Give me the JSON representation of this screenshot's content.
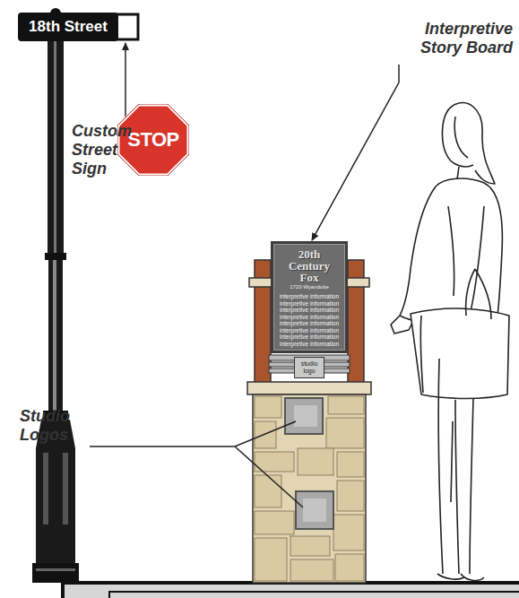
{
  "diagram": {
    "nodes": [
      {
        "text": [
          "18th Street"
        ]
      },
      {
        "text": [
          "STOP"
        ]
      },
      {
        "text": [
          "20th Century Fox",
          "1720 Wyandotte",
          "interpretive information",
          "interpretive information",
          "interpretive information",
          "interpretive information",
          "interpretive information",
          "interpretive information",
          "interpretive information",
          "interpretive information"
        ]
      },
      {
        "text": [
          "studio logo"
        ]
      }
    ],
    "labels": [
      "Custom Street Sign",
      "Interpretive Story Board",
      "Studio Logos"
    ]
  }
}
